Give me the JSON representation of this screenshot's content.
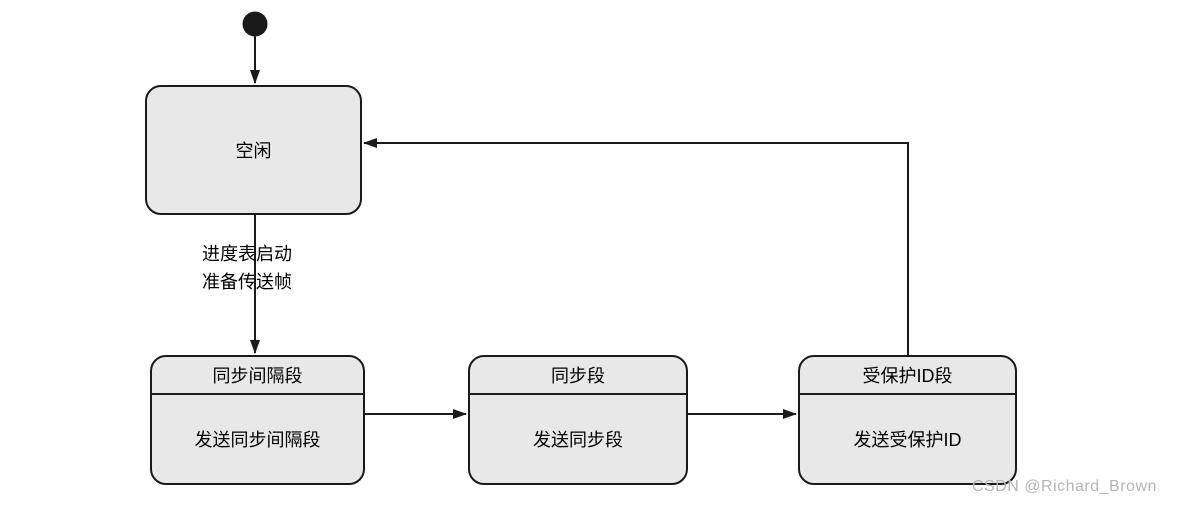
{
  "diagram": {
    "type": "state-machine",
    "states": {
      "idle": {
        "label": "空闲"
      },
      "sync_break_field": {
        "title": "同步间隔段",
        "action": "发送同步间隔段"
      },
      "sync_field": {
        "title": "同步段",
        "action": "发送同步段"
      },
      "protected_id_field": {
        "title": "受保护ID段",
        "action": "发送受保护ID"
      }
    },
    "transitions": {
      "idle_to_sync_break": {
        "line1": "进度表启动",
        "line2": "准备传送帧"
      },
      "sync_break_to_sync": {
        "label": ""
      },
      "sync_to_protected_id": {
        "label": ""
      },
      "protected_id_to_idle": {
        "label": ""
      }
    }
  },
  "watermark": {
    "text": "CSDN @Richard_Brown"
  },
  "colors": {
    "state_fill": "#e8e8e8",
    "stroke": "#1a1a1a",
    "watermark": "#b5b5b5",
    "background": "#ffffff"
  }
}
